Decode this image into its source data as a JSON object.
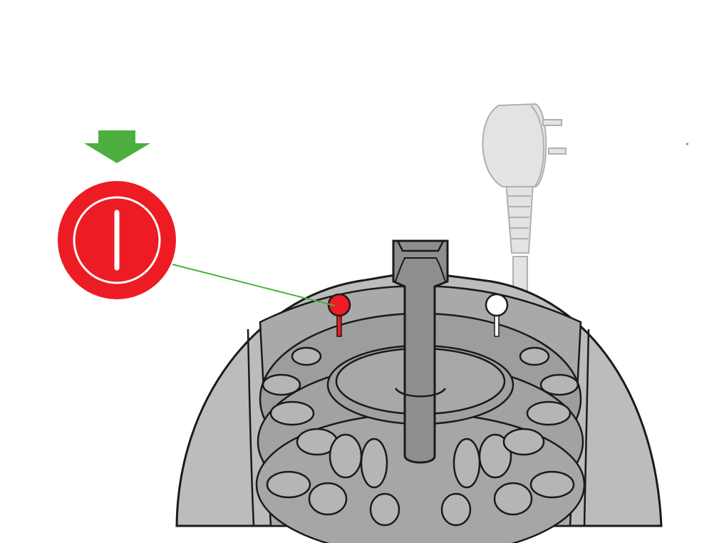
{
  "illustration": {
    "colors": {
      "arrow": "#4caf3f",
      "power_button": "#ed1c24",
      "leader_line": "#4caf3f",
      "machine_body": "#bcbcbc",
      "machine_outline": "#1a1a1a",
      "plug": "#e3e3e4",
      "plug_outline": "#b0b0b2",
      "indicator_on": "#ed1c24",
      "indicator_off": "#ffffff"
    },
    "icons": {
      "arrow": "down-arrow-icon",
      "power": "power-on-icon",
      "plug": "power-plug-icon",
      "indicator_red": "red-indicator-light-icon",
      "indicator_white": "white-indicator-light-icon"
    },
    "state": {
      "power_button": "pressed",
      "red_indicator": "lit",
      "white_indicator": "off"
    }
  }
}
